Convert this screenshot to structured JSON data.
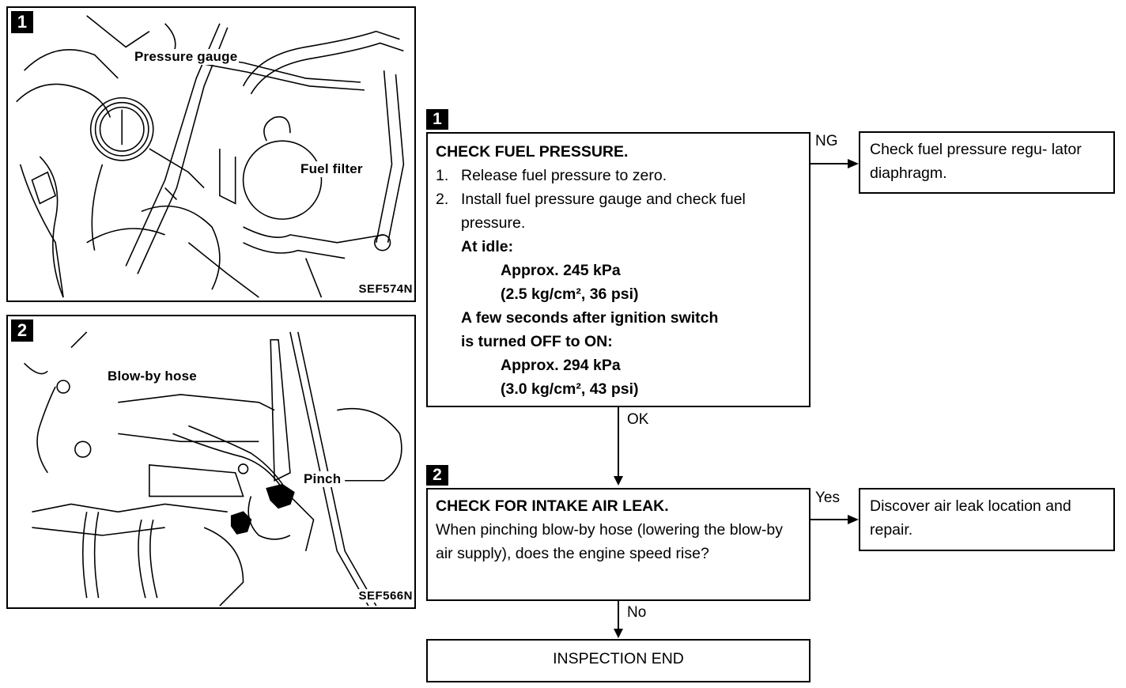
{
  "figures": [
    {
      "badge": "1",
      "labels": {
        "pressure_gauge": "Pressure gauge",
        "fuel_filter": "Fuel filter"
      },
      "code": "SEF574N"
    },
    {
      "badge": "2",
      "labels": {
        "blow_by_hose": "Blow-by hose",
        "pinch": "Pinch"
      },
      "code": "SEF566N"
    }
  ],
  "flowchart": {
    "step1": {
      "badge": "1",
      "title": "CHECK FUEL PRESSURE.",
      "items": [
        {
          "num": "1.",
          "text": "Release fuel pressure to zero."
        },
        {
          "num": "2.",
          "text": "Install fuel pressure gauge and check fuel pressure."
        }
      ],
      "idle_label": "At idle:",
      "idle_value": "Approx. 245 kPa",
      "idle_value_alt": "(2.5 kg/cm², 36 psi)",
      "after_label_line1": "A few seconds after ignition switch",
      "after_label_line2": "is turned OFF to ON:",
      "after_value": "Approx. 294 kPa",
      "after_value_alt": "(3.0 kg/cm², 43 psi)"
    },
    "ng_label": "NG",
    "ng_box": "Check fuel pressure regu- lator diaphragm.",
    "ok_label": "OK",
    "step2": {
      "badge": "2",
      "title": "CHECK FOR INTAKE AIR LEAK.",
      "text": "When pinching blow-by hose (lowering the blow-by air supply), does the engine speed rise?"
    },
    "yes_label": "Yes",
    "yes_box": "Discover air leak location and repair.",
    "no_label": "No",
    "end_box": "INSPECTION END"
  }
}
